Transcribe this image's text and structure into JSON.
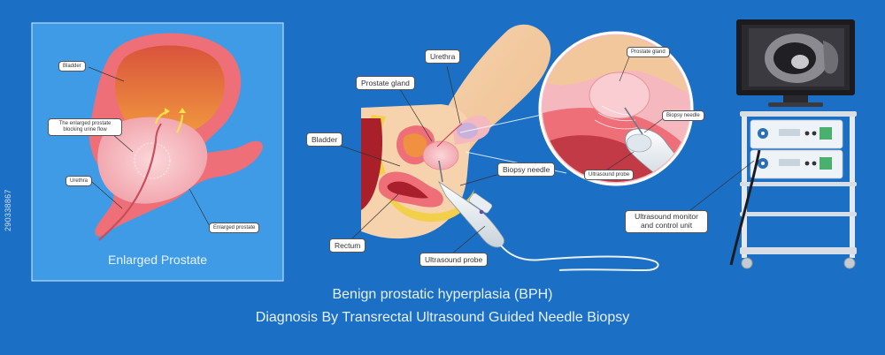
{
  "inset": {
    "title": "Enlarged Prostate",
    "labels": {
      "bladder": "Bladder",
      "blocking": "The enlarged prostate blocking urine flow",
      "urethra": "Urethra",
      "enlarged_prostate": "Enlarged prostate"
    }
  },
  "main": {
    "labels": {
      "urethra": "Urethra",
      "prostate_gland": "Prostate gland",
      "bladder": "Bladder",
      "biopsy_needle": "Biopsy needle",
      "rectum": "Rectum",
      "ultrasound_probe": "Ultrasound probe"
    }
  },
  "zoom": {
    "labels": {
      "prostate_gland": "Prostate gland",
      "biopsy_needle": "Biopsy needle",
      "ultrasound_probe": "Ultrasound probe"
    }
  },
  "equipment": {
    "label": "Ultrasound monitor and control unit"
  },
  "caption": {
    "line1": "Benign prostatic hyperplasia (BPH)",
    "line2": "Diagnosis By Transrectal Ultrasound Guided Needle Biopsy"
  },
  "side_id": "290338867",
  "colors": {
    "background": "#1b6fc4",
    "inset_bg": "#3f9be6",
    "tissue": "#f5b8be",
    "bladder_wall": "#ee6f78",
    "urine": "#ef8a3a",
    "skin": "#f2c79b"
  }
}
